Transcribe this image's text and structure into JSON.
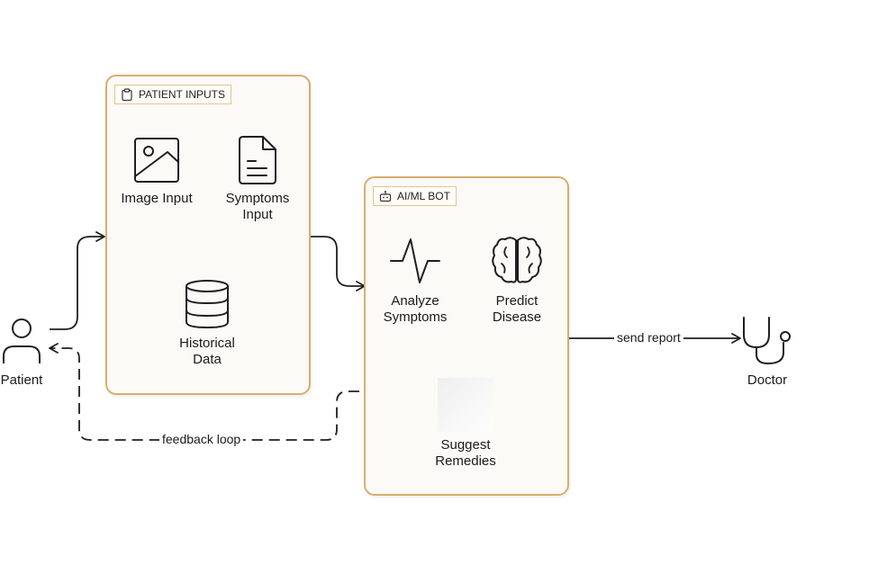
{
  "groups": {
    "patient_inputs": {
      "title": "PATIENT INPUTS",
      "nodes": {
        "image_input": "Image Input",
        "symptoms_input": "Symptoms\nInput",
        "historical_data": "Historical\nData"
      }
    },
    "ai_ml_bot": {
      "title": "AI/ML BOT",
      "nodes": {
        "analyze_symptoms": "Analyze\nSymptoms",
        "predict_disease": "Predict\nDisease",
        "suggest_remedies": "Suggest\nRemedies"
      }
    }
  },
  "actors": {
    "patient": "Patient",
    "doctor": "Doctor"
  },
  "edges": {
    "send_report": "send report",
    "feedback_loop": "feedback loop"
  },
  "icons": {
    "group_patient": "clipboard-icon",
    "group_bot": "robot-icon",
    "image_input": "image-icon",
    "symptoms_input": "document-icon",
    "historical_data": "database-icon",
    "analyze_symptoms": "pulse-icon",
    "predict_disease": "brain-icon",
    "suggest_remedies": "blank-image-placeholder",
    "patient": "user-icon",
    "doctor": "stethoscope-icon"
  },
  "colors": {
    "group_border": "#d9ad6c",
    "group_fill": "#fbfaf7",
    "stroke": "#1f1f1f"
  }
}
